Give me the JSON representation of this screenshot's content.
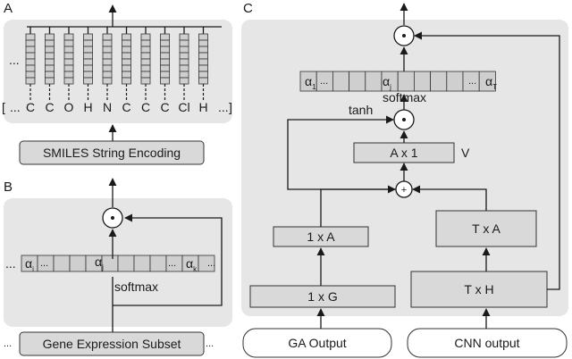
{
  "panels": {
    "a": {
      "label": "A",
      "smiles_chars": [
        "C",
        "C",
        "O",
        "H",
        "N",
        "C",
        "C",
        "C",
        "Cl",
        "H"
      ],
      "bracket_open": "[",
      "bracket_close": "]",
      "ellipsis": "...",
      "encoding_label": "SMILES String Encoding"
    },
    "b": {
      "label": "B",
      "alpha_i": "α",
      "alpha_i_sub": "i",
      "alpha_j": "α",
      "alpha_j_sub": "j",
      "alpha_k": "α",
      "alpha_k_sub": "k",
      "ellipsis": "...",
      "softmax_label": "softmax",
      "gene_label": "Gene Expression Subset"
    },
    "c": {
      "label": "C",
      "alpha_1": "α",
      "alpha_1_sub": "1",
      "alpha_j": "α",
      "alpha_j_sub": "j",
      "alpha_T": "α",
      "alpha_T_sub": "T",
      "ellipsis": "...",
      "softmax_label": "softmax",
      "tanh_label": "tanh",
      "ax1_label": "A x 1",
      "v_label": "V",
      "plus_symbol": "+",
      "oneA_label": "1 x A",
      "oneG_label": "1 x G",
      "TA_label": "T x A",
      "TH_label": "T x H",
      "ga_output_label": "GA Output",
      "cnn_output_label": "CNN output"
    }
  }
}
